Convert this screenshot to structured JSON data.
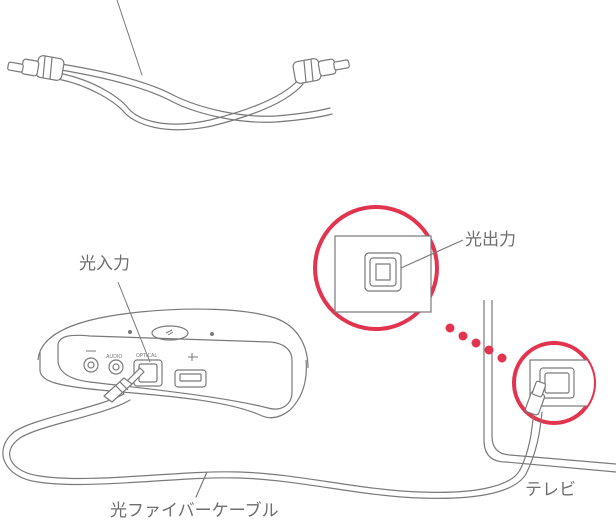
{
  "labels": {
    "optical_in": "光入力",
    "optical_out": "光出力",
    "tv": "テレビ",
    "cable": "光ファイバーケーブル"
  },
  "device": {
    "port_labels": [
      "AUDIO",
      "OPTICAL"
    ]
  },
  "colors": {
    "highlight_ring": "#e2344f",
    "line": "#7a7a7a",
    "fill": "#ffffff",
    "text": "#6e6e6e"
  }
}
